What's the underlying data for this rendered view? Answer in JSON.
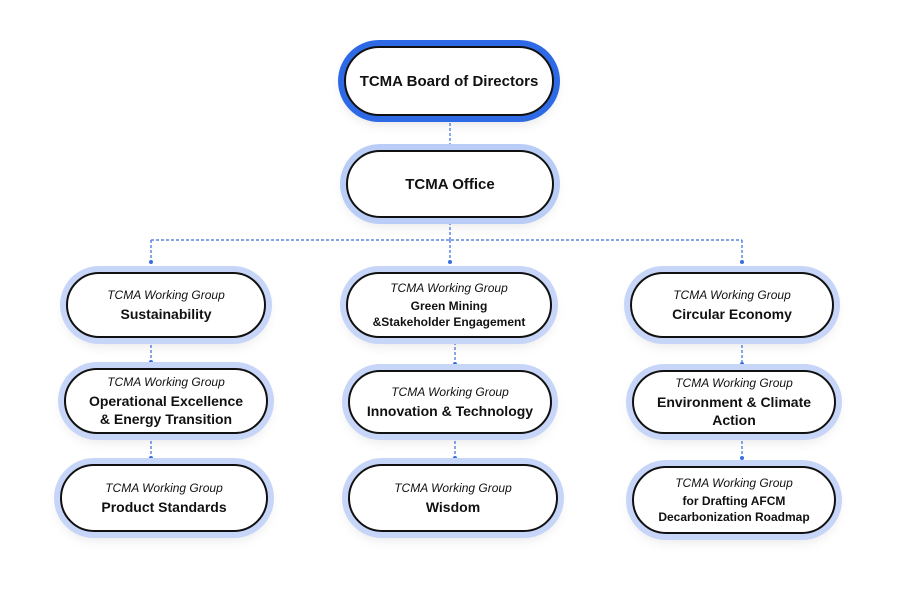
{
  "colors": {
    "board_ring": "#2f6ae6",
    "office_ring": "#b9cdf7",
    "group_ring": "#c7d6f8",
    "connector": "#3a6fe0",
    "border": "#111111"
  },
  "board": {
    "title": "TCMA Board of Directors"
  },
  "office": {
    "title": "TCMA Office"
  },
  "working_groups": {
    "label": "TCMA Working Group",
    "left": [
      "Sustainability",
      "Operational Excellence\n& Energy Transition",
      "Product Standards"
    ],
    "middle": [
      "Green Mining\n&Stakeholder Engagement",
      "Innovation & Technology",
      "Wisdom"
    ],
    "right": [
      "Circular Economy",
      "Environment & Climate Action",
      "for Drafting AFCM\nDecarbonization Roadmap"
    ]
  }
}
